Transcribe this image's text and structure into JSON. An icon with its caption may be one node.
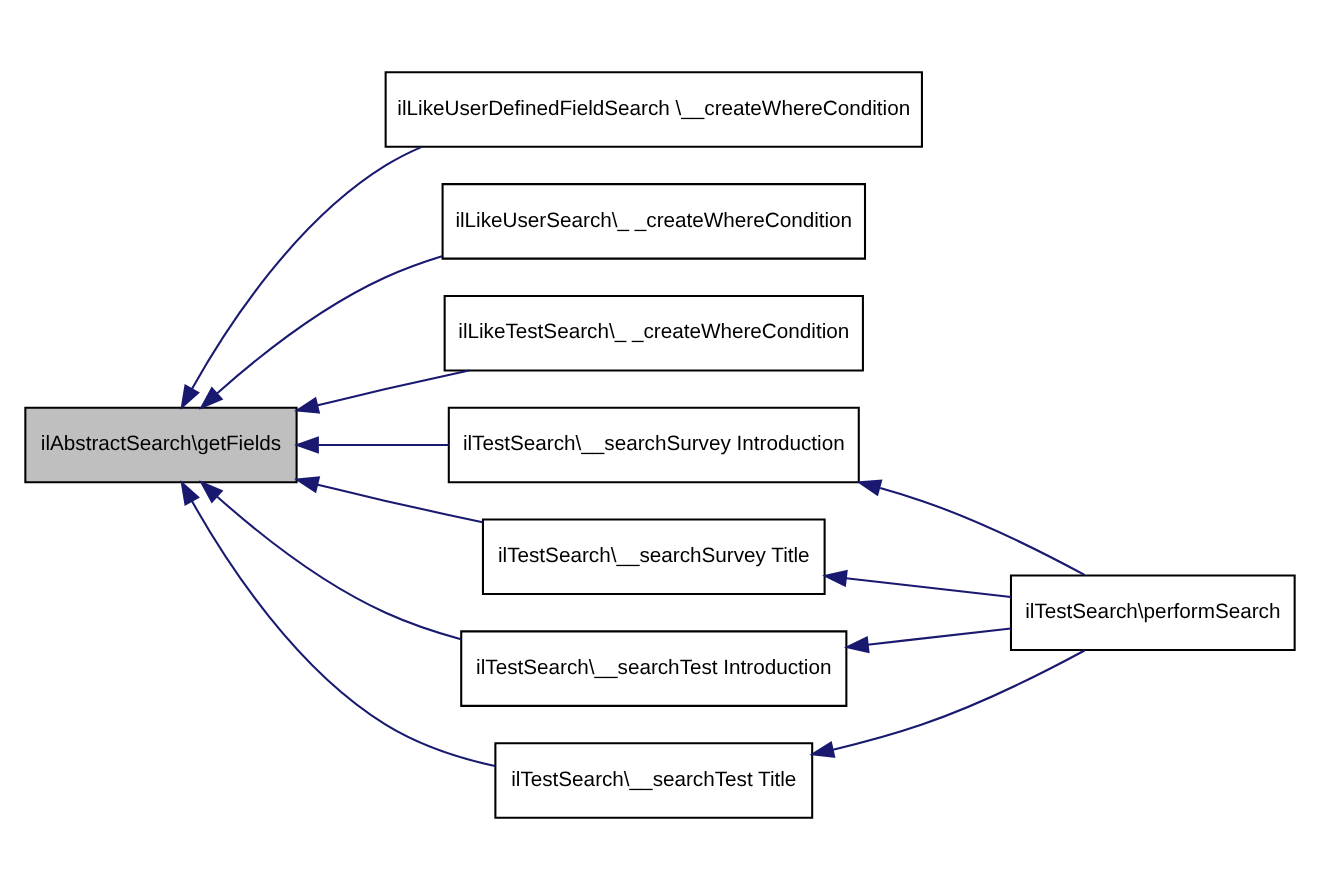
{
  "diagram": {
    "nodes": [
      {
        "text": [
          "ilAbstractSearch\\getFields"
        ]
      },
      {
        "text": [
          "ilLikeUserDefinedFieldSearch \\__createWhereCondition"
        ]
      },
      {
        "text": [
          "ilLikeUserSearch\\_ _createWhereCondition"
        ]
      },
      {
        "text": [
          "ilLikeTestSearch\\_ _createWhereCondition"
        ]
      },
      {
        "text": [
          "ilTestSearch\\__searchSurvey Introduction"
        ]
      },
      {
        "text": [
          "ilTestSearch\\__searchSurvey Title"
        ]
      },
      {
        "text": [
          "ilTestSearch\\__searchTest Introduction"
        ]
      },
      {
        "text": [
          "ilTestSearch\\__searchTest Title"
        ]
      },
      {
        "text": [
          "ilTestSearch\\performSearch"
        ]
      }
    ],
    "edges": [
      {
        "from": 1,
        "to": 0,
        "arrow": "to"
      },
      {
        "from": 2,
        "to": 0,
        "arrow": "to"
      },
      {
        "from": 3,
        "to": 0,
        "arrow": "to"
      },
      {
        "from": 4,
        "to": 0,
        "arrow": "to"
      },
      {
        "from": 5,
        "to": 0,
        "arrow": "to"
      },
      {
        "from": 6,
        "to": 0,
        "arrow": "to"
      },
      {
        "from": 7,
        "to": 0,
        "arrow": "to"
      },
      {
        "from": 8,
        "to": 4,
        "arrow": "to"
      },
      {
        "from": 8,
        "to": 5,
        "arrow": "to"
      },
      {
        "from": 8,
        "to": 6,
        "arrow": "to"
      },
      {
        "from": 8,
        "to": 7,
        "arrow": "to"
      }
    ]
  }
}
